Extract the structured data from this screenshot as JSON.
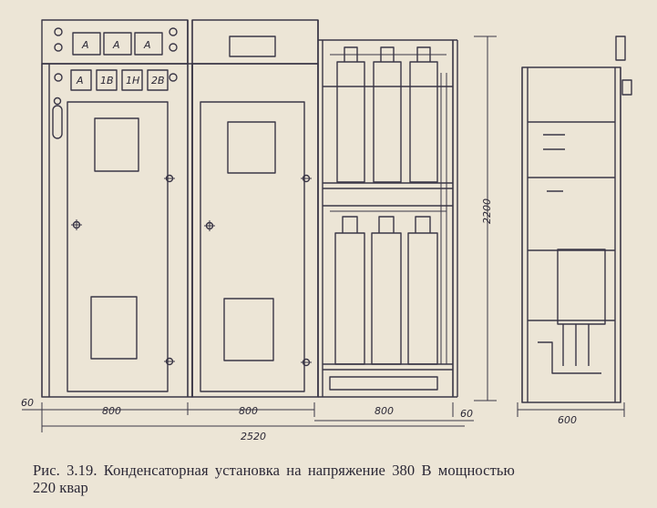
{
  "figure": {
    "caption_line1": "Рис. 3.19. Конденсаторная установка на напряжение 380 В мощностью",
    "caption_line2": "220 квар",
    "dimensions": {
      "w_left_gap": "60",
      "w_panel1": "800",
      "w_panel2": "800",
      "w_panel3": "800",
      "w_right_gap": "60",
      "w_total": "2520",
      "h_total": "2200",
      "w_side": "600"
    },
    "panel_labels": {
      "top_row": [
        "A",
        "A",
        "A"
      ],
      "second_row": [
        "A",
        "1B",
        "1H",
        "2B"
      ]
    },
    "colors": {
      "paper": "#ece5d6",
      "ink": "#3a3646"
    }
  }
}
